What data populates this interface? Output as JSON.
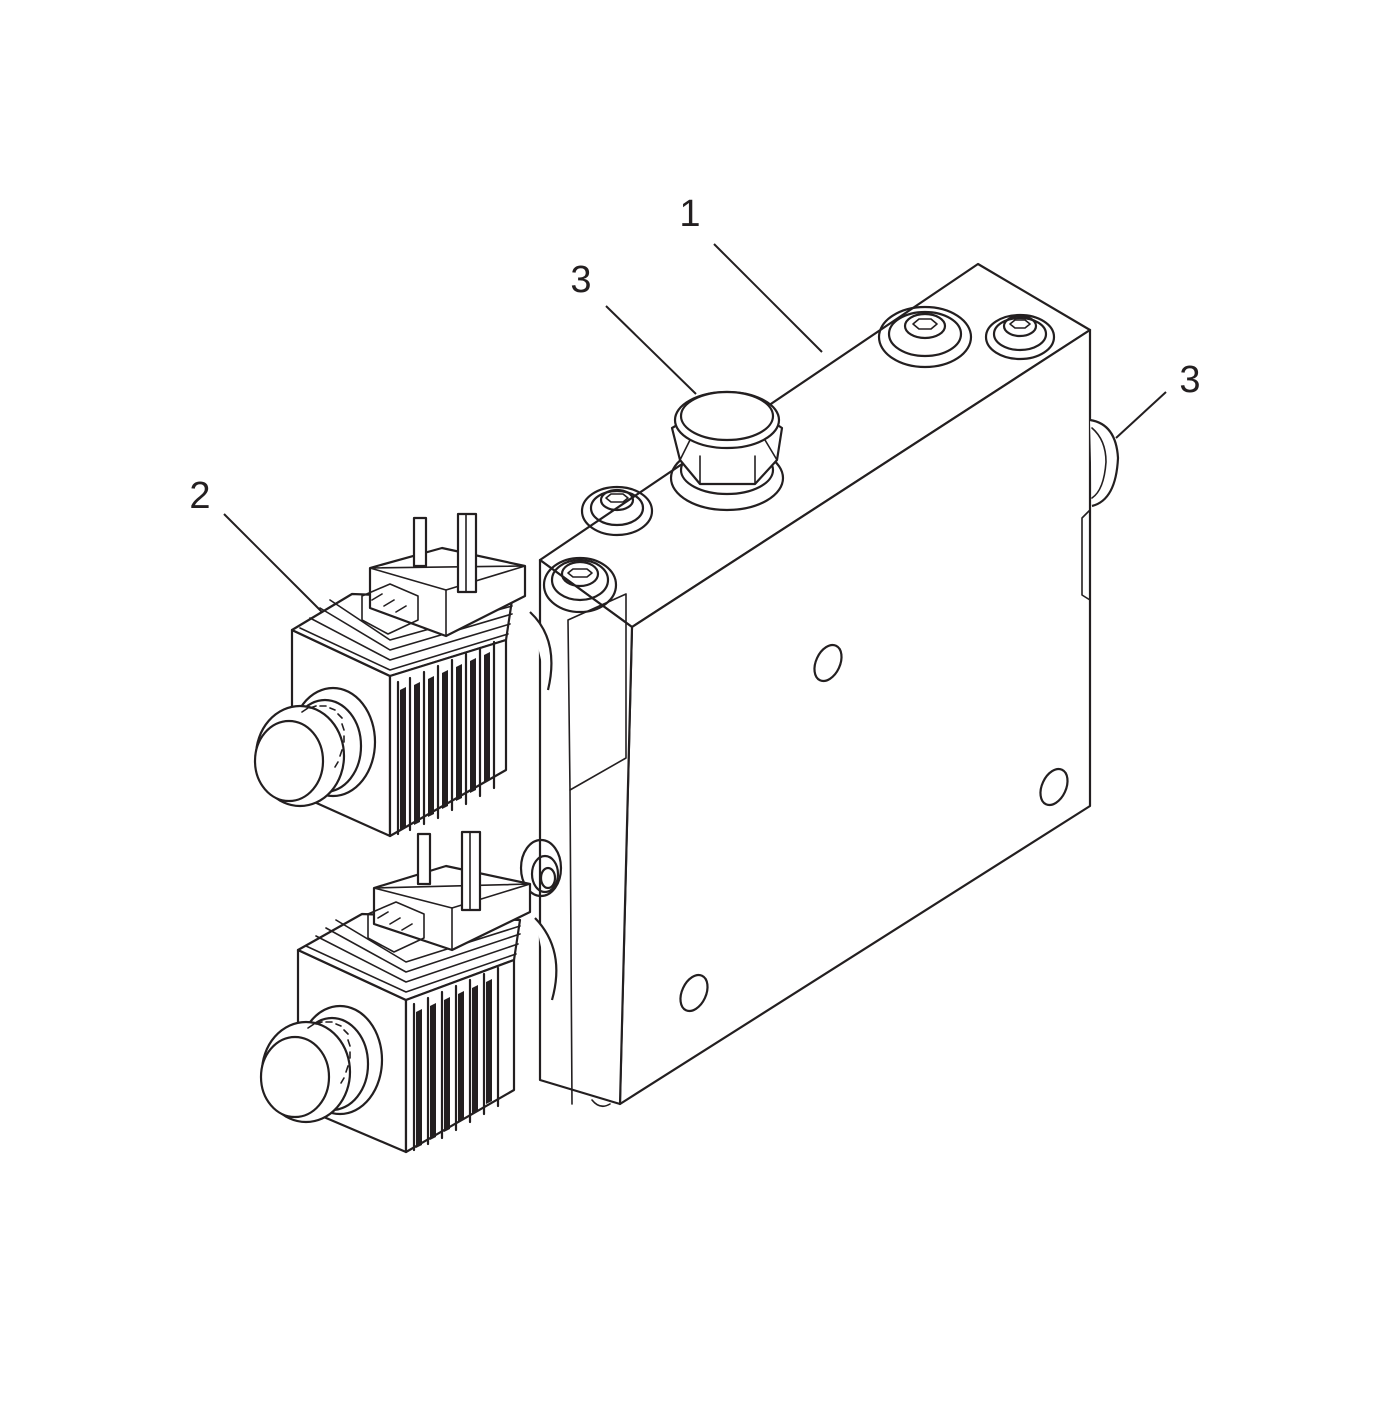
{
  "callouts": [
    {
      "label": "1",
      "part": "valve-body"
    },
    {
      "label": "2",
      "part": "solenoid-coil"
    },
    {
      "label": "3",
      "part": "plug"
    },
    {
      "label": "3",
      "part": "plug"
    }
  ],
  "colors": {
    "line": "#231f20",
    "background": "#ffffff"
  }
}
